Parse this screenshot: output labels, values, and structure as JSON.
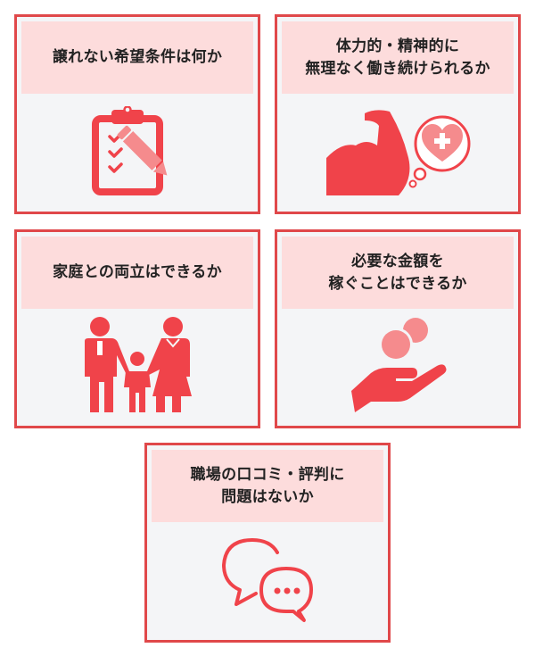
{
  "colors": {
    "border": "#e0484a",
    "header_bg": "#fddcdc",
    "body_bg": "#f4f5f7",
    "icon_primary": "#f0434a",
    "icon_light": "#f58b8d",
    "text": "#222222"
  },
  "cards": [
    {
      "title": "譲れない希望条件は何か",
      "icon": "clipboard-checklist-pencil-icon"
    },
    {
      "title": "体力的・精神的に\n無理なく働き続けられるか",
      "icon": "flexed-arm-heart-thought-icon"
    },
    {
      "title": "家庭との両立はできるか",
      "icon": "family-holding-hands-icon"
    },
    {
      "title": "必要な金額を\n稼ぐことはできるか",
      "icon": "hand-receiving-coins-icon"
    },
    {
      "title": "職場の口コミ・評判に\n問題はないか",
      "icon": "speech-bubbles-icon"
    }
  ]
}
